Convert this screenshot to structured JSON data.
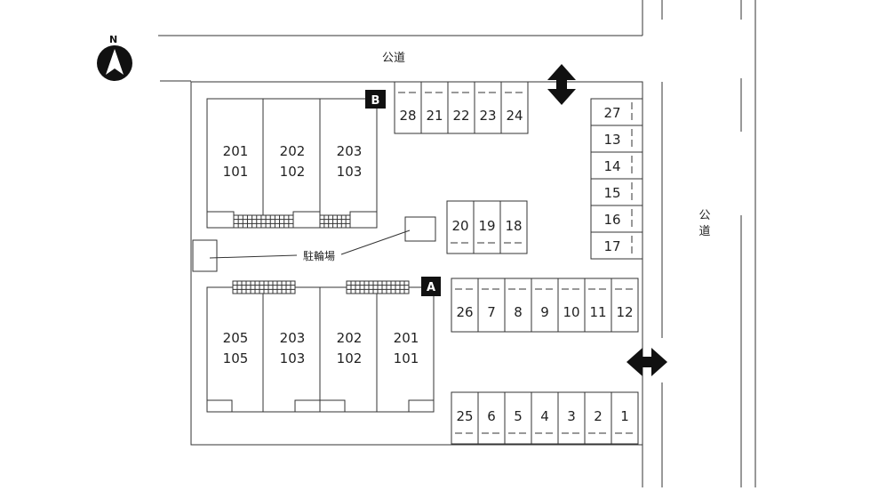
{
  "compass": {
    "label": "N",
    "icon": "north-arrow-icon"
  },
  "roads": {
    "top": "公道",
    "right_top": "公",
    "right_bottom": "道"
  },
  "buildings": {
    "B": {
      "tag": "B",
      "units": [
        [
          "201",
          "101"
        ],
        [
          "202",
          "102"
        ],
        [
          "203",
          "103"
        ]
      ]
    },
    "A": {
      "tag": "A",
      "units": [
        [
          "205",
          "105"
        ],
        [
          "203",
          "103"
        ],
        [
          "202",
          "102"
        ],
        [
          "201",
          "101"
        ]
      ]
    }
  },
  "bicycle_parking_label": "駐輪場",
  "parking": {
    "top_row": [
      "28",
      "21",
      "22",
      "23",
      "24"
    ],
    "right_column": [
      "27",
      "13",
      "14",
      "15",
      "16",
      "17"
    ],
    "center_block": [
      "20",
      "19",
      "18"
    ],
    "middle_row": [
      "26",
      "7",
      "8",
      "9",
      "10",
      "11",
      "12"
    ],
    "bottom_row": [
      "25",
      "6",
      "5",
      "4",
      "3",
      "2",
      "1"
    ]
  },
  "icons": {
    "top_entrance": "double-arrow-vertical-icon",
    "right_entrance": "double-arrow-horizontal-icon"
  }
}
